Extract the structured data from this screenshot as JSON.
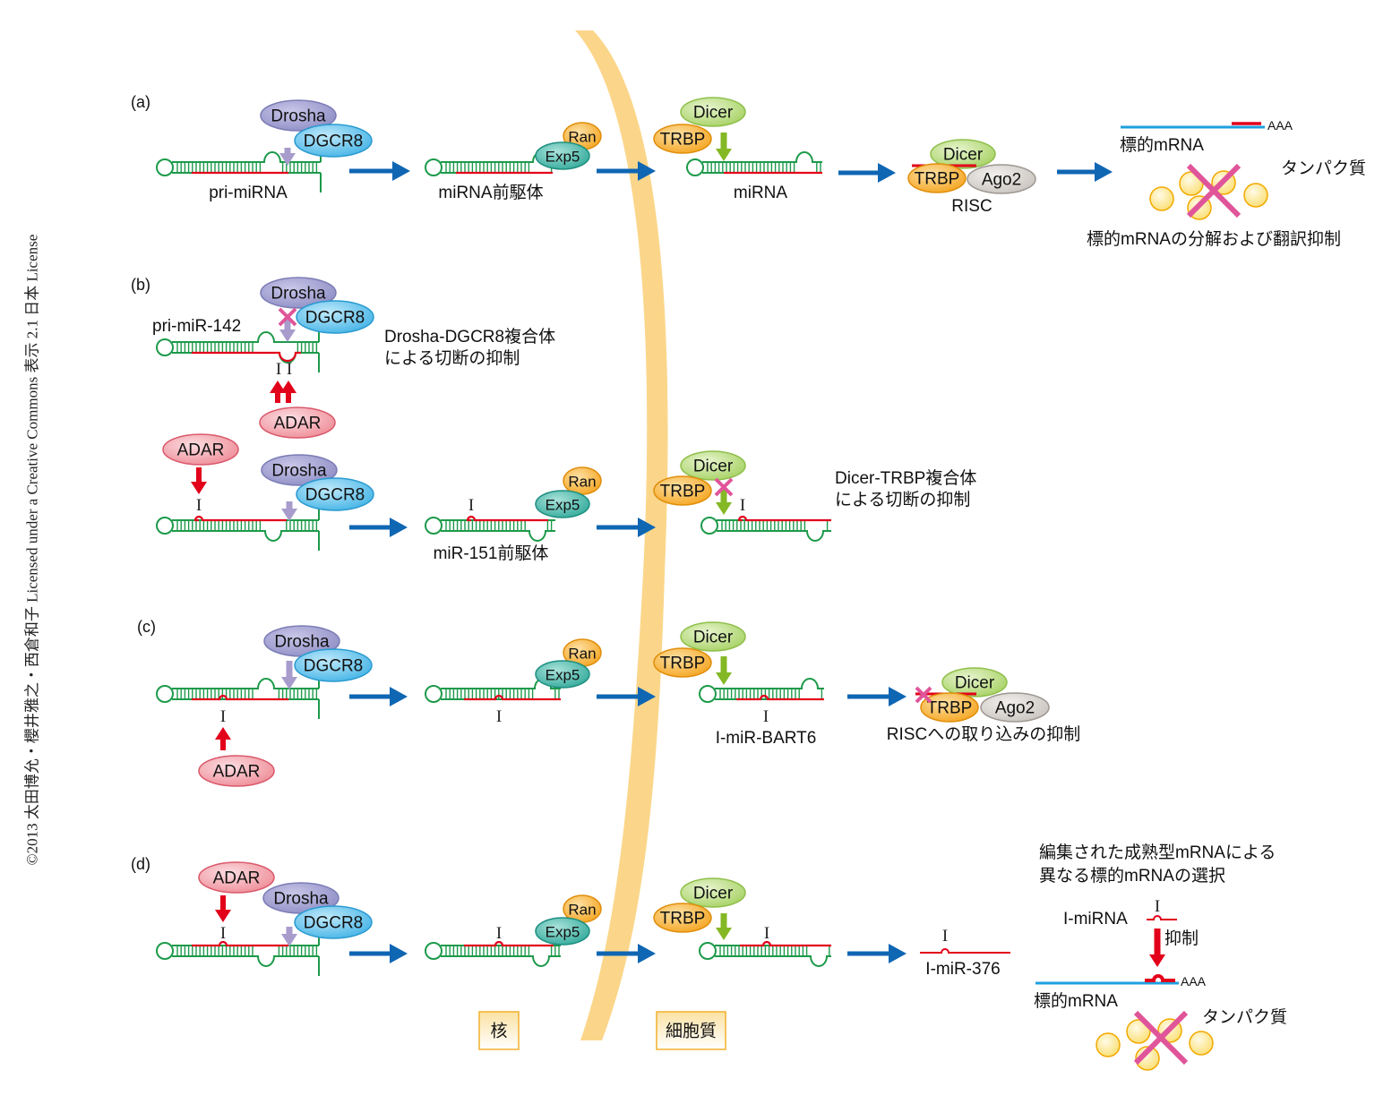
{
  "credit": "©2013 太田博允・櫻井雅之・西倉和子 Licensed under a Creative Commons 表示 2.1 日本 License",
  "colors": {
    "membrane": "#fbd68a",
    "rna_green": "#1d9a4a",
    "rna_red": "#e2001a",
    "arrow_blue": "#0f66b3",
    "arrow_red": "#e2001a",
    "arrow_green": "#84b824",
    "arrow_purple": "#a79ccc",
    "target_mrna": "#1fa0e0",
    "block_x": "#e0559a",
    "protein_yellow": "#fde58a",
    "drosha": "#8f8fc6",
    "dgcr8": "#5cc0ea",
    "exp5": "#3fb7a8",
    "ran": "#f7b13a",
    "dicer": "#b6dc78",
    "trbp": "#f7b13a",
    "ago2": "#d7d3cf",
    "adar": "#f2a1aa"
  },
  "compartments": {
    "nucleus": "核",
    "cytoplasm": "細胞質"
  },
  "proteins": {
    "drosha": "Drosha",
    "dgcr8": "DGCR8",
    "ran": "Ran",
    "exp5": "Exp5",
    "dicer": "Dicer",
    "trbp": "TRBP",
    "ago2": "Ago2",
    "adar": "ADAR"
  },
  "inosine": "I",
  "panels": {
    "a": {
      "label": "(a)",
      "pri": "pri-miRNA",
      "pre": "miRNA前駆体",
      "mature": "miRNA",
      "risc": "RISC",
      "target": "標的mRNA",
      "polyA": "AAA",
      "protein": "タンパク質",
      "outcome": "標的mRNAの分解および翻訳抑制"
    },
    "b": {
      "label": "(b)",
      "pri142": "pri-miR-142",
      "note1": [
        "Drosha-DGCR8複合体",
        "による切断の抑制"
      ],
      "pre151": "miR-151前駆体",
      "note2": [
        "Dicer-TRBP複合体",
        "による切断の抑制"
      ]
    },
    "c": {
      "label": "(c)",
      "mature": "I-miR-BART6",
      "outcome": "RISCへの取り込みの抑制"
    },
    "d": {
      "label": "(d)",
      "mature": "I-miR-376",
      "note": [
        "編集された成熟型mRNAによる",
        "異なる標的mRNAの選択"
      ],
      "imirna": "I-miRNA",
      "inhibit": "抑制",
      "target": "標的mRNA",
      "polyA": "AAA",
      "protein": "タンパク質"
    }
  }
}
